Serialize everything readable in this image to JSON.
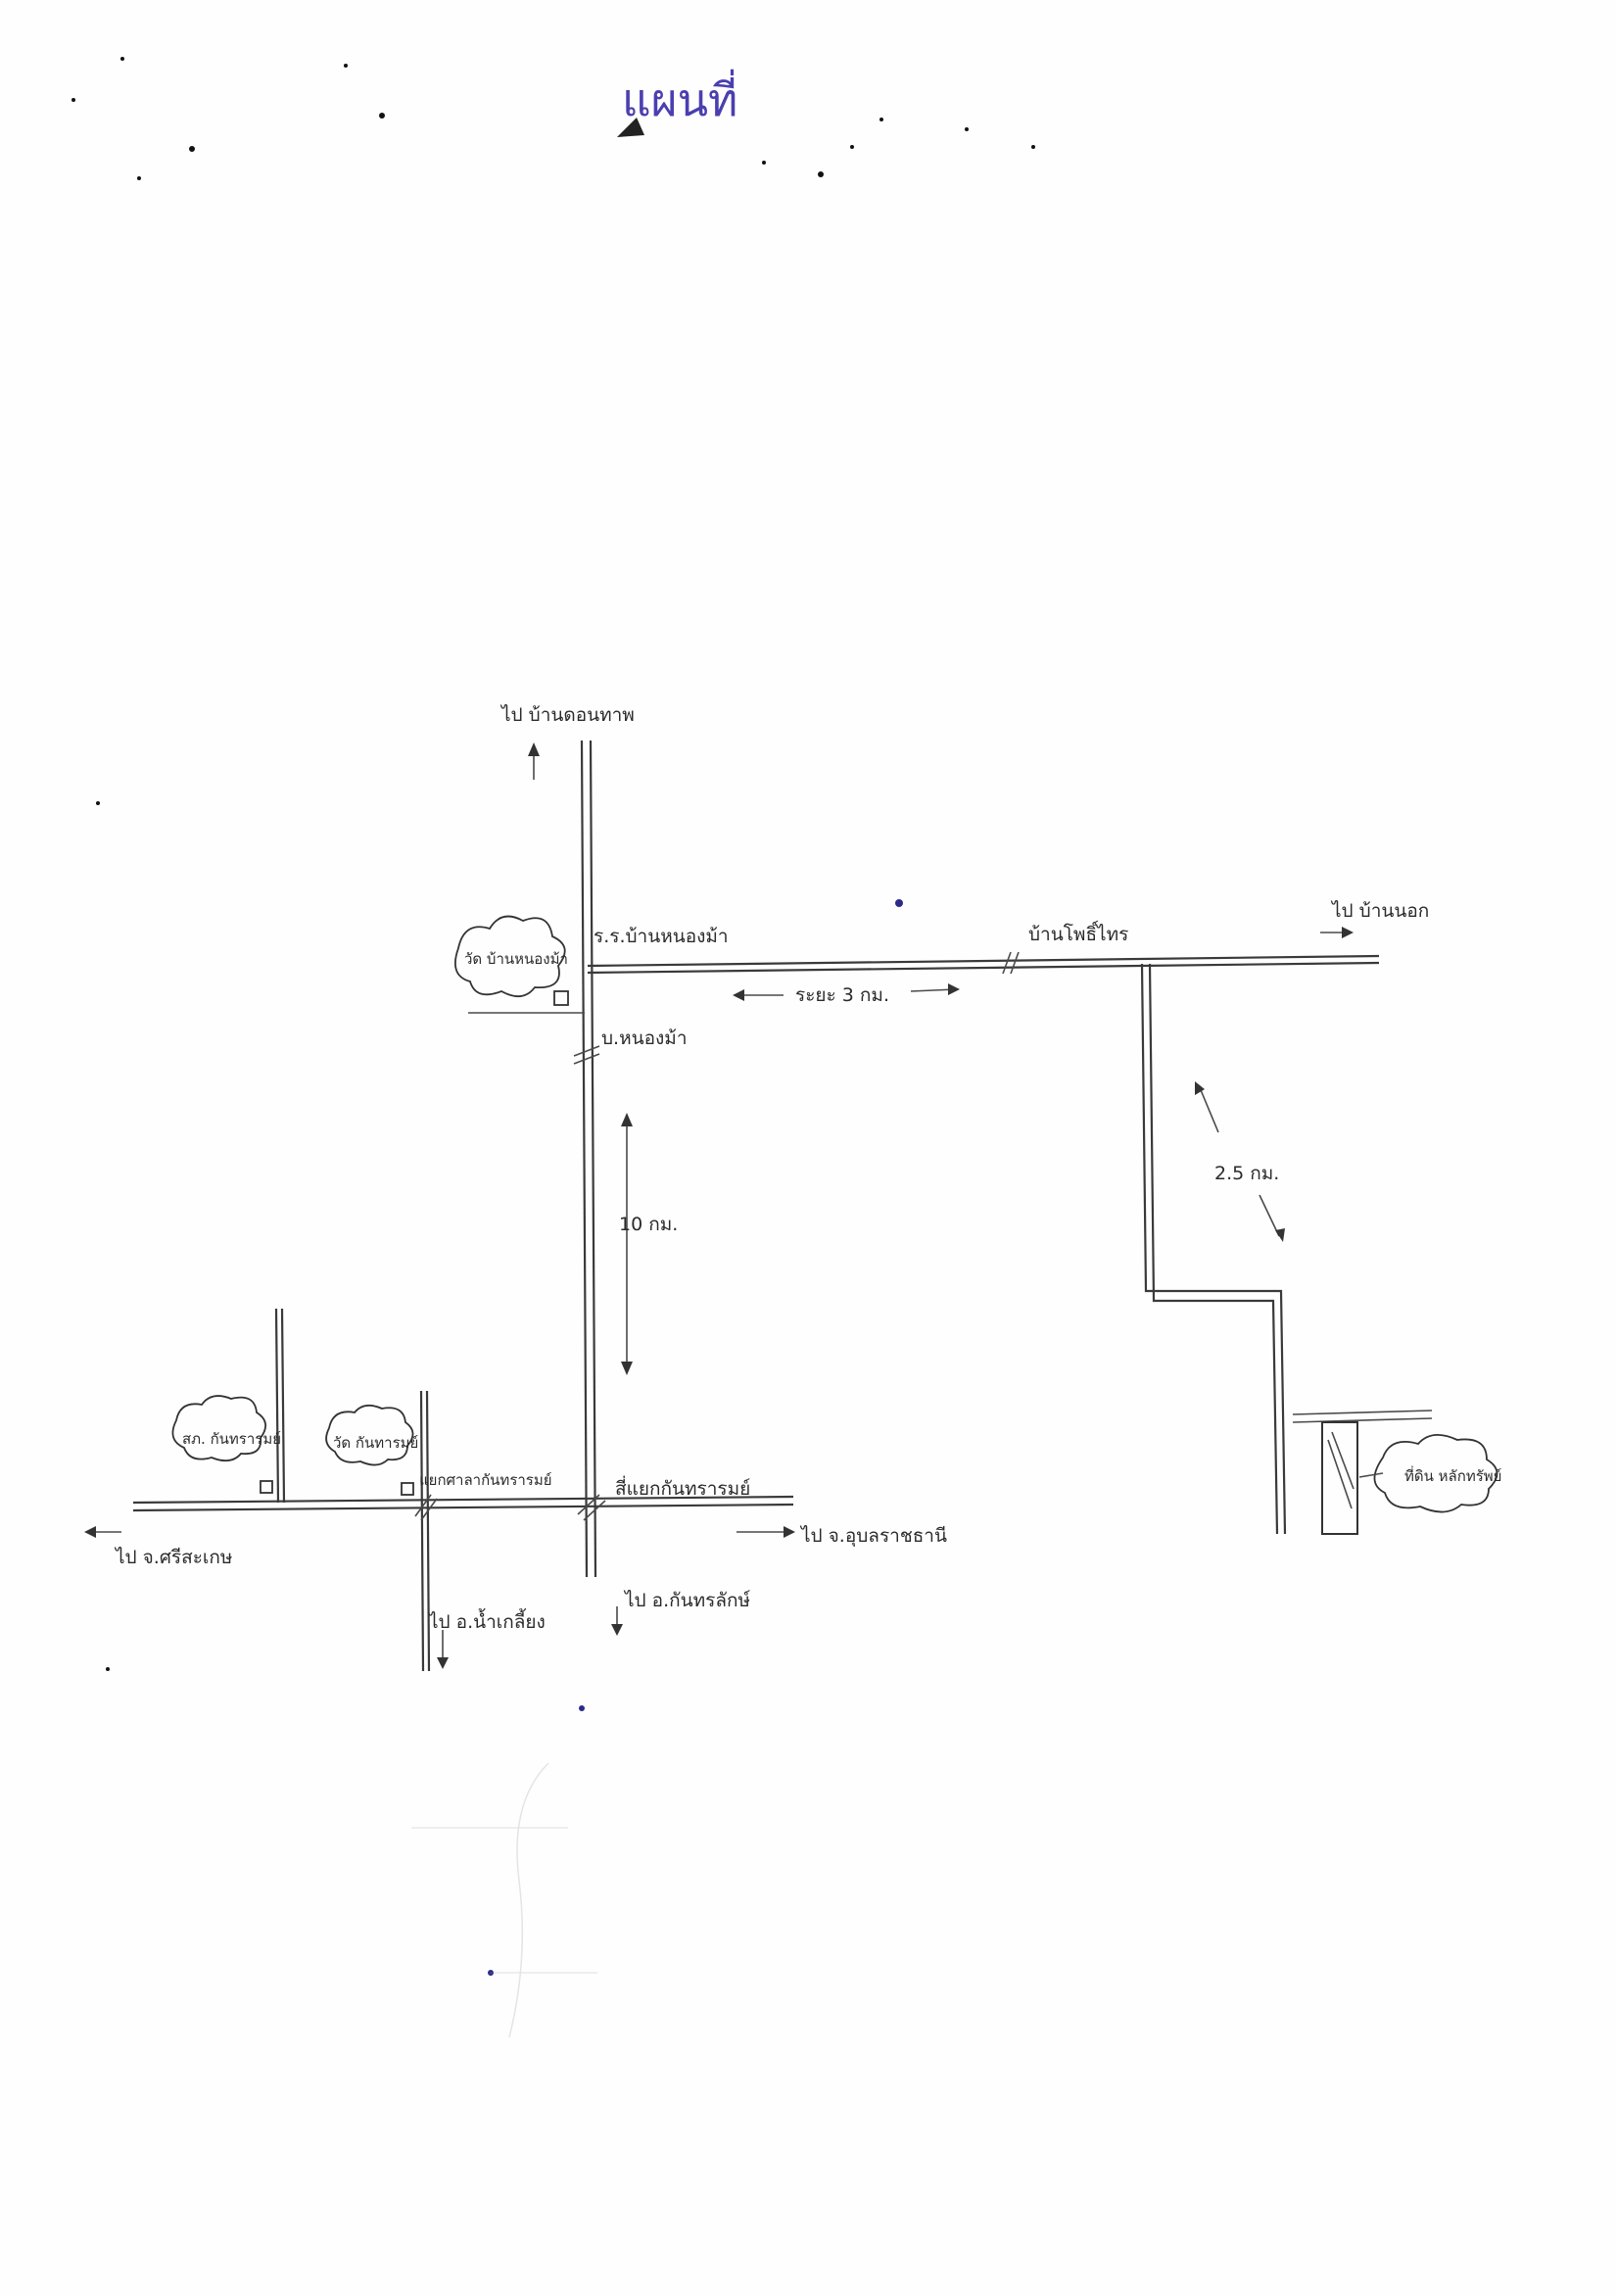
{
  "title": "แผนที่",
  "colors": {
    "ink": "#2b2b2b",
    "title_ink": "#4a3fb0",
    "paper": "#fefefe"
  },
  "labels": {
    "to_ban_dontaphe": "ไป บ้านดอนทาพ",
    "school_ban_nong_mao": "ร.ร.บ้านหนองม้า",
    "ban_nong_mao": "บ.หนองม้า",
    "ban_pho_sai": "บ้านโพธิ์ไทร",
    "to_ban_nok": "ไป บ้านนอก",
    "dist_3km": "ระยะ 3 กม.",
    "dist_10km": "10 กม.",
    "dist_2_5km": "2.5 กม.",
    "temple_nong_mao": "วัด บ้านหนองม้า",
    "police_station": "สภ. กันทรารมย์",
    "temple_kanthararom": "วัด กันทารมย์",
    "junction_kanthararom": "แยกศาลากันทรารมย์",
    "crossroad_kanthararom": "สี่แยกกันทรารมย์",
    "to_ubon": "ไป จ.อุบลราชธานี",
    "to_sisaket": "ไป จ.ศรีสะเกษ",
    "to_amphoe_bueng": "ไป อ.น้ำเกลี้ยง",
    "to_kanthararak": "ไป อ.กันทรลักษ์",
    "land_plot": "ที่ดิน หลักทรัพย์"
  }
}
